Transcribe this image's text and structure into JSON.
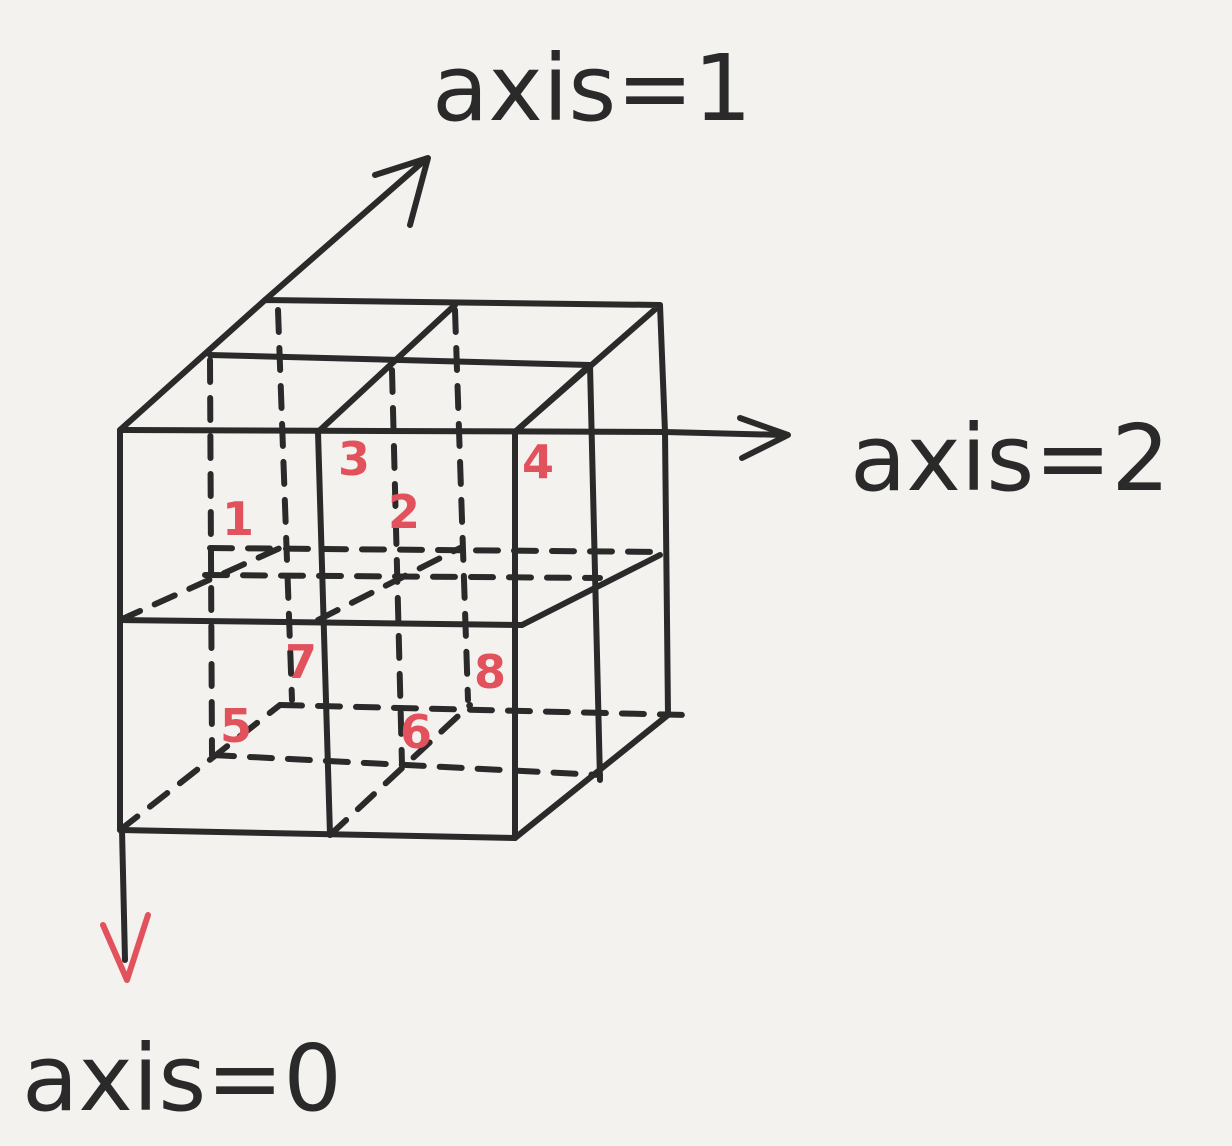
{
  "labels": {
    "axis1": "axis=1",
    "axis2": "axis=2",
    "axis0": "axis=0"
  },
  "cells": [
    "1",
    "2",
    "3",
    "4",
    "5",
    "6",
    "7",
    "8"
  ],
  "colors": {
    "ink": "#2a2a2a",
    "numbers": "#e2525c",
    "paper": "#f3f2ef"
  }
}
